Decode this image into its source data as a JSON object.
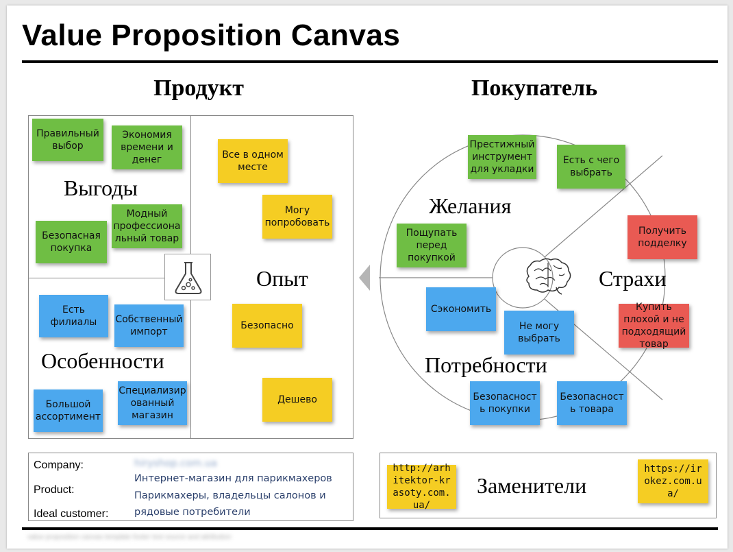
{
  "title": "Value Proposition Canvas",
  "product": {
    "heading": "Продукт",
    "gains_label": "Выгоды",
    "features_label": "Особенности",
    "experience_label": "Опыт",
    "gain_notes": [
      "Правильный выбор",
      "Экономия времени и денег",
      "Безопасная покупка",
      "Модный профессиона льный товар"
    ],
    "feature_notes": [
      "Есть филиалы",
      "Собственный импорт",
      "Большой ассортимент",
      "Специализир ованный магазин"
    ],
    "experience_notes": [
      "Все в одном месте",
      "Могу попробовать",
      "Безопасно",
      "Дешево"
    ]
  },
  "customer": {
    "heading": "Покупатель",
    "wants_label": "Желания",
    "fears_label": "Страхи",
    "needs_label": "Потребности",
    "wants_notes": [
      "Престижный инструмент для укладки",
      "Есть с чего выбрать",
      "Пощупать перед покупкой"
    ],
    "fears_notes": [
      "Получить подделку",
      "Купить плохой и не подходящий товар"
    ],
    "needs_notes": [
      "Сэкономить",
      "Не могу выбрать",
      "Безопасност ь покупки",
      "Безопасност ь товара"
    ]
  },
  "info": {
    "company_label": "Company:",
    "company_value": "hiryshop.com.ua",
    "product_label": "Product:",
    "product_value": "Интернет-магазин для парикмахеров",
    "customer_label": "Ideal customer:",
    "customer_value_1": "Парикмахеры, владельцы салонов и",
    "customer_value_2": "рядовые потребители"
  },
  "substitutes": {
    "label": "Заменители",
    "notes": [
      "http://arhitektor-krasoty.com.ua/",
      "https://irokez.com.ua/"
    ]
  },
  "footer": "value proposition canvas template footer text source and attribution",
  "colors": {
    "green": "#6fbe44",
    "yellow": "#f5cd23",
    "blue": "#4ca8ee",
    "red": "#e95a53"
  },
  "icons": [
    "flask-icon",
    "brain-icon",
    "arrow-left-icon"
  ]
}
